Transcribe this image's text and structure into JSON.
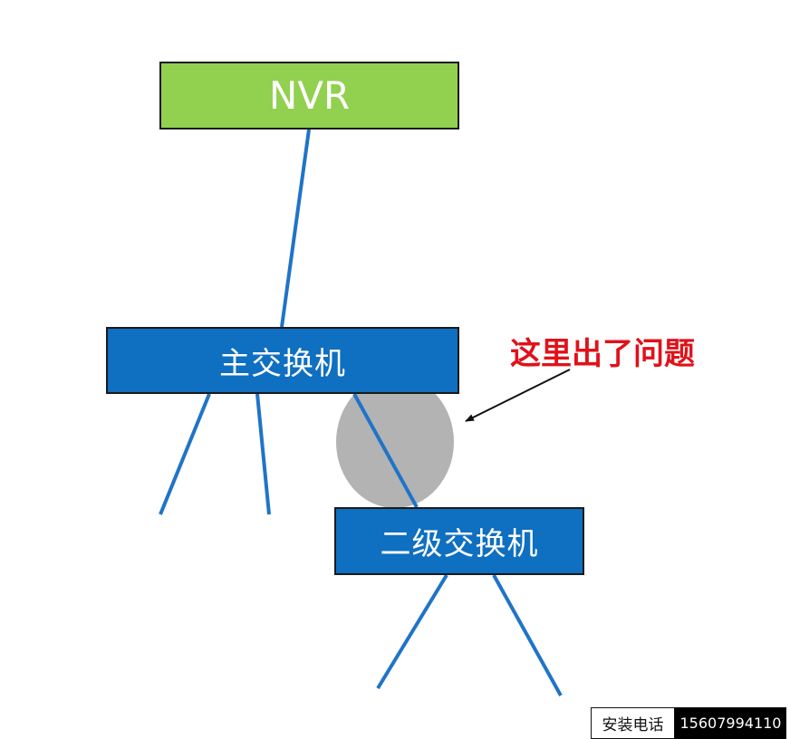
{
  "nodes": {
    "nvr": "NVR",
    "main_switch": "主交换机",
    "sub_switch": "二级交换机"
  },
  "callout": {
    "text": "这里出了问题"
  },
  "footer": {
    "label": "安装电话",
    "phone": "15607994110"
  },
  "colors": {
    "nvr_fill": "#92d050",
    "switch_fill": "#0f6fc0",
    "link_line": "#1f74c8",
    "problem_marker": "#a6a6a6",
    "callout_text": "#e0121a"
  }
}
